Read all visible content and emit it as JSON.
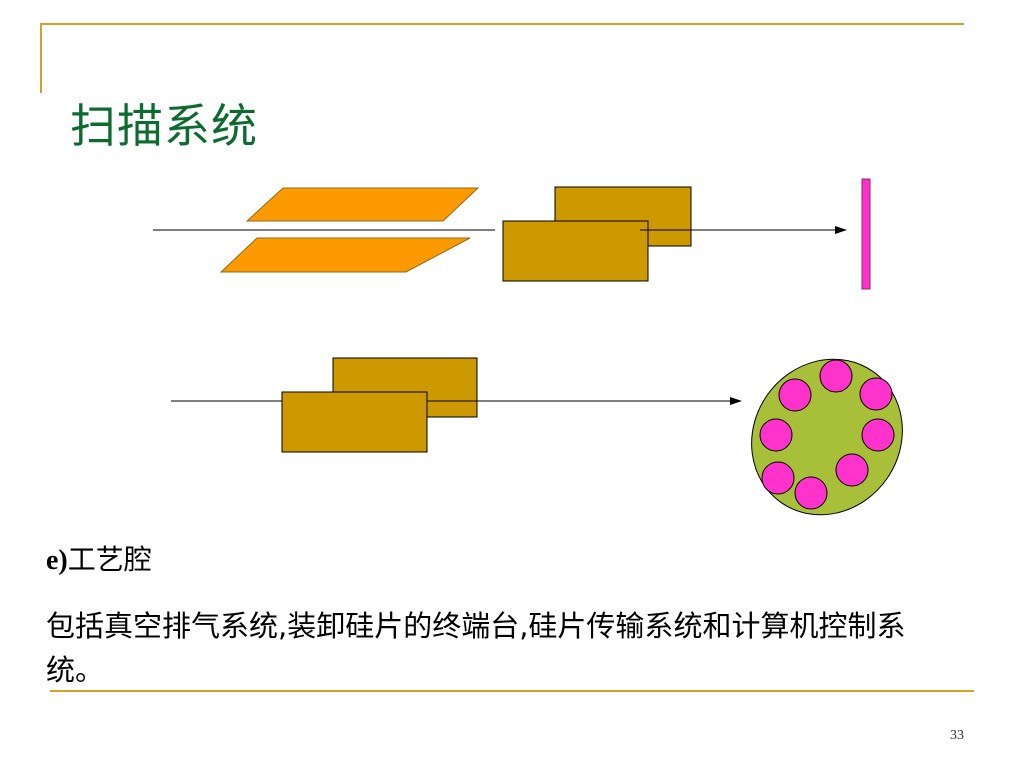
{
  "slide": {
    "title": "扫描系统",
    "subheading_letter": "e)",
    "subheading_text": "工艺腔",
    "body": "包括真空排气系统,装卸硅片的终端台,硅片传输系统和计算机控制系统。",
    "page_number": "33"
  },
  "colors": {
    "title": "#0e6b2f",
    "frame_line": "#d4a12a",
    "deflector_plate": "#ff9900",
    "scan_block": "#cc9900",
    "target": "#ff33cc",
    "wafer_disk": "#a8bf3a",
    "wafer": "#ff33cc"
  }
}
